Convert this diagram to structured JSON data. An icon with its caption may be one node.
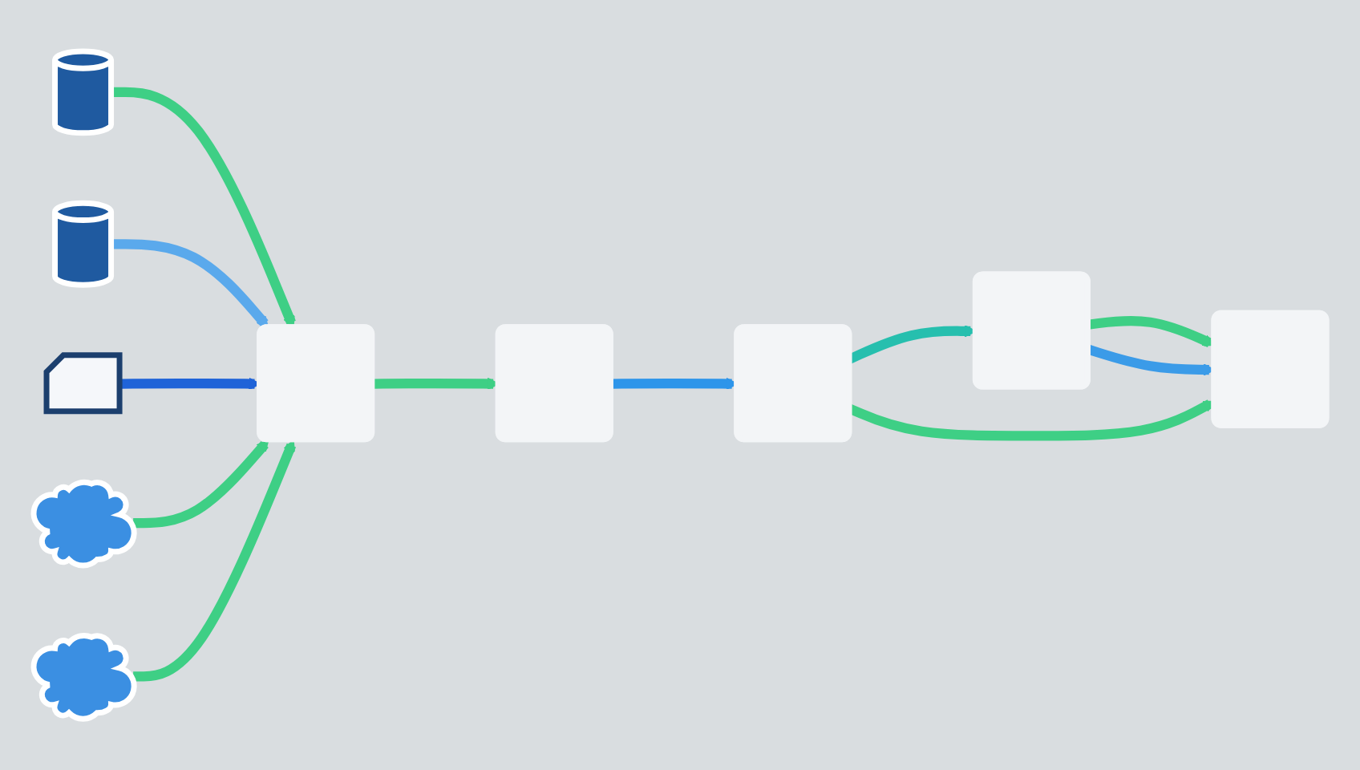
{
  "diagram": {
    "nodes": [
      {
        "text": [],
        "shape": "cylinder"
      },
      {
        "text": [],
        "shape": "cylinder"
      },
      {
        "text": [],
        "shape": "folder"
      },
      {
        "text": [],
        "shape": "cloud"
      },
      {
        "text": [],
        "shape": "cloud"
      },
      {
        "text": [],
        "shape": "box"
      },
      {
        "text": [],
        "shape": "box"
      },
      {
        "text": [],
        "shape": "box"
      },
      {
        "text": [],
        "shape": "box"
      },
      {
        "text": [],
        "shape": "box"
      }
    ],
    "edges": [
      {
        "from": 0,
        "to": 5,
        "arrow": "to"
      },
      {
        "from": 1,
        "to": 5,
        "arrow": "to",
        "color": "#5aa9ec"
      },
      {
        "from": 2,
        "to": 5,
        "arrow": "to",
        "color": "#1f63d8"
      },
      {
        "from": 3,
        "to": 5,
        "arrow": "to"
      },
      {
        "from": 4,
        "to": 5,
        "arrow": "to"
      },
      {
        "from": 5,
        "to": 6,
        "arrow": "to"
      },
      {
        "from": 6,
        "to": 7,
        "arrow": "to",
        "color": "#2d95ea"
      },
      {
        "from": 7,
        "to": 8,
        "arrow": "to",
        "color": "#26bfae"
      },
      {
        "from": 8,
        "to": 9,
        "arrow": "to"
      },
      {
        "from": 8,
        "to": 9,
        "arrow": "to",
        "color": "#3b9be8"
      },
      {
        "from": 7,
        "to": 9,
        "arrow": "to"
      }
    ]
  }
}
